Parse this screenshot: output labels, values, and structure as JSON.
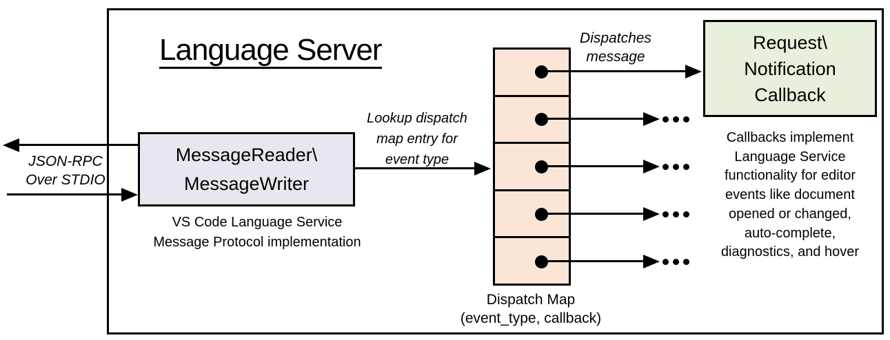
{
  "title": "Language Server",
  "io_label": {
    "lines": [
      "JSON-RPC",
      "Over STDIO"
    ]
  },
  "message_box": {
    "lines": [
      "MessageReader\\",
      "MessageWriter"
    ],
    "fill": "#e8e6ee"
  },
  "message_caption": {
    "lines": [
      "VS Code Language Service",
      "Message Protocol implementation"
    ]
  },
  "lookup_label": {
    "lines": [
      "Lookup dispatch",
      "map entry for",
      "event type"
    ]
  },
  "dispatch_map": {
    "entry_count": 5,
    "fill": "#fbe5d6",
    "caption": {
      "lines": [
        "Dispatch Map",
        "(event_type, callback)"
      ]
    }
  },
  "dispatches_label": {
    "lines": [
      "Dispatches",
      "message"
    ]
  },
  "callback_box": {
    "lines": [
      "Request\\",
      "Notification",
      "Callback"
    ],
    "fill": "#e6f0dc"
  },
  "callbacks_note": {
    "lines": [
      "Callbacks implement",
      "Language Service",
      "functionality for editor",
      "events like document",
      "opened or changed,",
      "auto-complete,",
      "diagnostics, and hover"
    ]
  },
  "ellipsis_glyph": "…",
  "colors": {
    "outline": "#000000",
    "background": "#ffffff",
    "message_box_fill": "#e8e6ee",
    "dispatch_map_fill": "#fbe5d6",
    "callback_box_fill": "#e6f0dc"
  }
}
